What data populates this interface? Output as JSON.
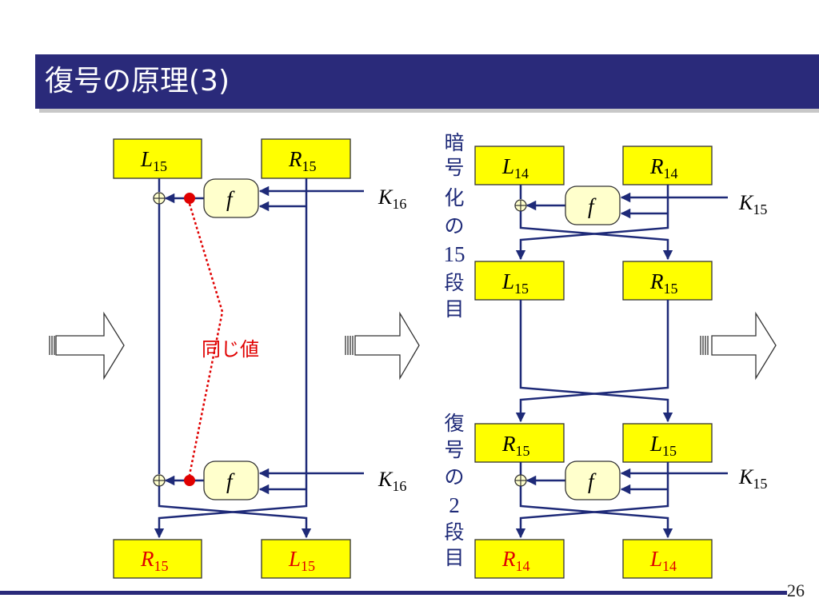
{
  "title": "復号の原理(3)",
  "page_number": "26",
  "same_value_label": "同じ値",
  "f_label": "f",
  "left_diagram": {
    "top_left": {
      "var": "L",
      "sub": "15"
    },
    "top_right": {
      "var": "R",
      "sub": "15"
    },
    "key_top": {
      "var": "K",
      "sub": "16"
    },
    "key_bottom": {
      "var": "K",
      "sub": "16"
    },
    "bottom_left": {
      "var": "R",
      "sub": "15"
    },
    "bottom_right": {
      "var": "L",
      "sub": "15"
    }
  },
  "right_diagram": {
    "enc_label_chars": [
      "暗",
      "号",
      "化",
      "の",
      "15",
      "段",
      "目"
    ],
    "dec_label_chars": [
      "復",
      "号",
      "の",
      "2",
      "段",
      "目"
    ],
    "row1_left": {
      "var": "L",
      "sub": "14"
    },
    "row1_right": {
      "var": "R",
      "sub": "14"
    },
    "key_top": {
      "var": "K",
      "sub": "15"
    },
    "row2_left": {
      "var": "L",
      "sub": "15"
    },
    "row2_right": {
      "var": "R",
      "sub": "15"
    },
    "row3_left": {
      "var": "R",
      "sub": "15"
    },
    "row3_right": {
      "var": "L",
      "sub": "15"
    },
    "key_bottom": {
      "var": "K",
      "sub": "15"
    },
    "row4_left": {
      "var": "R",
      "sub": "14"
    },
    "row4_right": {
      "var": "L",
      "sub": "14"
    }
  }
}
